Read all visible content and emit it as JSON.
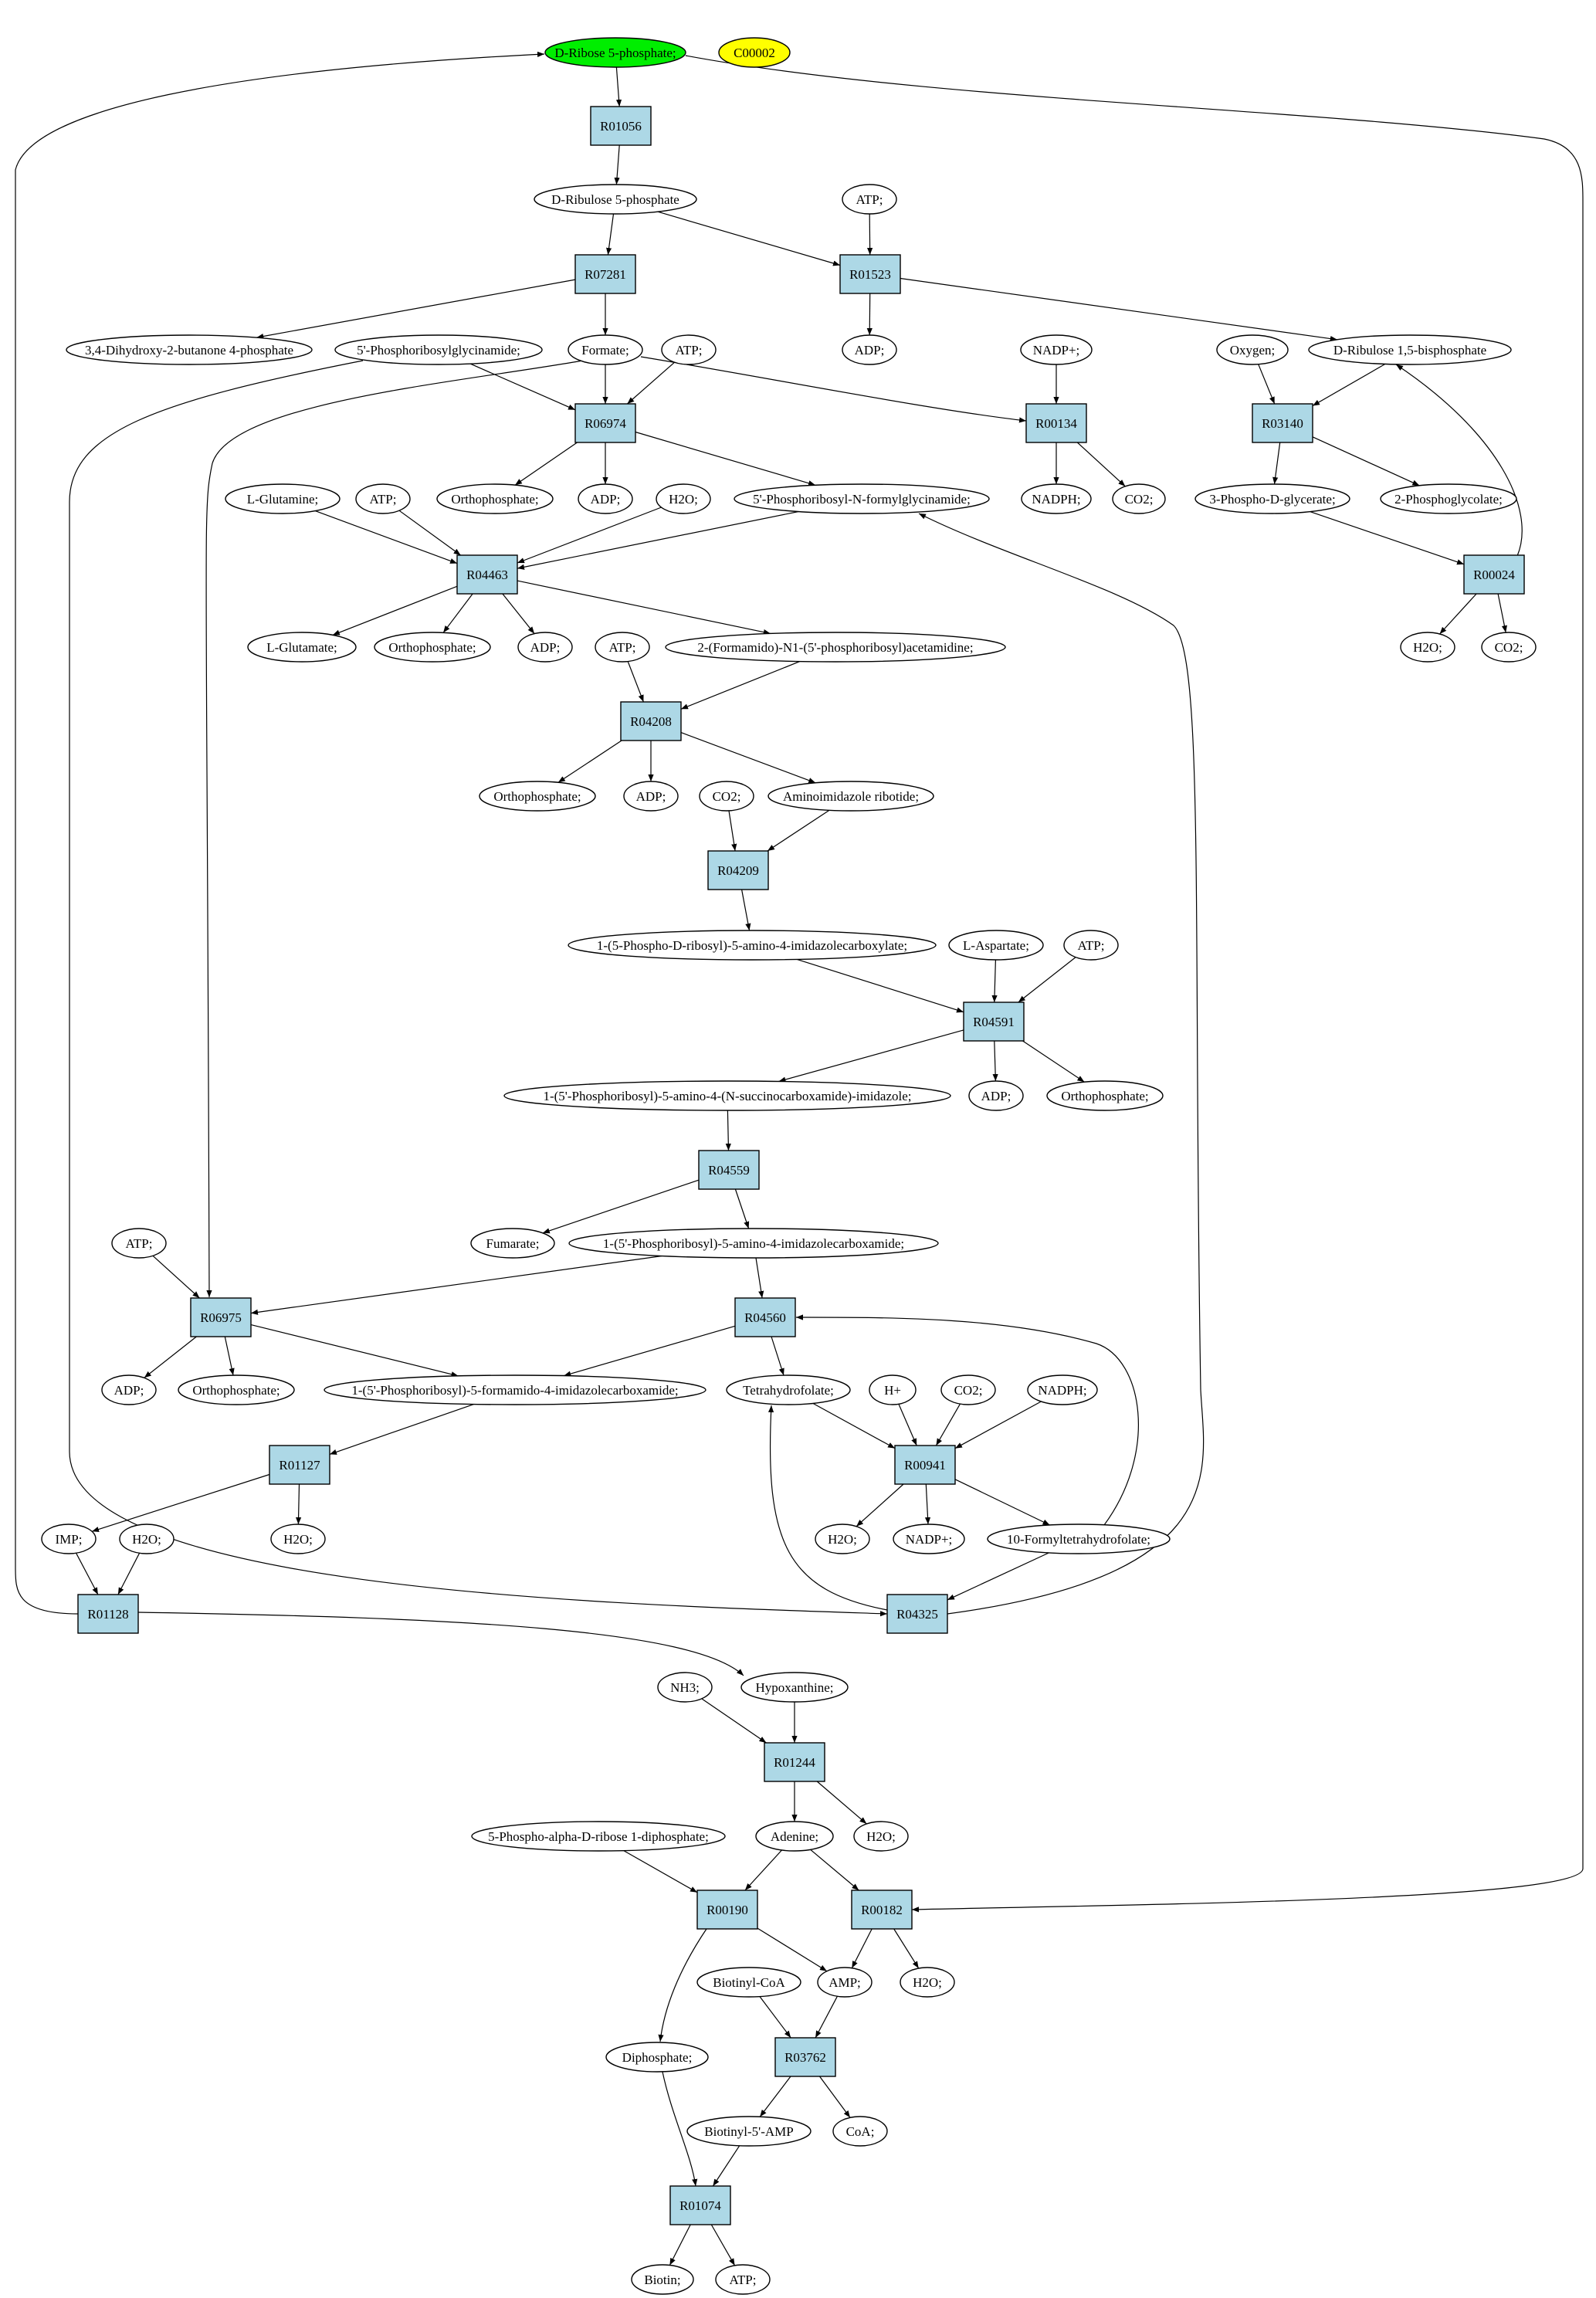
{
  "colors": {
    "reaction_fill": "#add8e6",
    "start_fill": "#00ee00",
    "highlight_fill": "#ffff00",
    "compound_fill": "#ffffff",
    "stroke": "#000000"
  },
  "nodes": {
    "c_rib5p": "D-Ribose 5-phosphate;",
    "c00002": "C00002",
    "r01056": "R01056",
    "c_ribulose5p": "D-Ribulose 5-phosphate",
    "c_atp_a": "ATP;",
    "r07281": "R07281",
    "r01523": "R01523",
    "c_dhbp": "3,4-Dihydroxy-2-butanone 4-phosphate",
    "c_gar": "5'-Phosphoribosylglycinamide;",
    "c_formate": "Formate;",
    "c_atp_b": "ATP;",
    "c_adp_a": "ADP;",
    "c_nadp_a": "NADP+;",
    "c_oxygen": "Oxygen;",
    "c_rubp": "D-Ribulose 1,5-bisphosphate",
    "r06974": "R06974",
    "r00134": "R00134",
    "r03140": "R03140",
    "c_pi_a": "Orthophosphate;",
    "c_adp_b": "ADP;",
    "c_fgar": "5'-Phosphoribosyl-N-formylglycinamide;",
    "c_nadph_a": "NADPH;",
    "c_co2_a": "CO2;",
    "c_3pg": "3-Phospho-D-glycerate;",
    "c_2pg": "2-Phosphoglycolate;",
    "c_gln": "L-Glutamine;",
    "c_atp_c": "ATP;",
    "c_h2o_a": "H2O;",
    "r04463": "R04463",
    "r00024": "R00024",
    "c_glu": "L-Glutamate;",
    "c_pi_b": "Orthophosphate;",
    "c_adp_c": "ADP;",
    "c_atp_d": "ATP;",
    "c_fgam": "2-(Formamido)-N1-(5'-phosphoribosyl)acetamidine;",
    "c_h2o_b": "H2O;",
    "c_co2_b": "CO2;",
    "r04208": "R04208",
    "c_pi_c": "Orthophosphate;",
    "c_adp_d": "ADP;",
    "c_co2_c": "CO2;",
    "c_air": "Aminoimidazole ribotide;",
    "r04209": "R04209",
    "c_cair": "1-(5-Phospho-D-ribosyl)-5-amino-4-imidazolecarboxylate;",
    "c_asp": "L-Aspartate;",
    "c_atp_e": "ATP;",
    "r04591": "R04591",
    "c_saicar": "1-(5'-Phosphoribosyl)-5-amino-4-(N-succinocarboxamide)-imidazole;",
    "c_adp_e": "ADP;",
    "c_pi_d": "Orthophosphate;",
    "r04559": "R04559",
    "c_fum": "Fumarate;",
    "c_aicar": "1-(5'-Phosphoribosyl)-5-amino-4-imidazolecarboxamide;",
    "c_atp_f": "ATP;",
    "r06975": "R06975",
    "r04560": "R04560",
    "c_adp_f": "ADP;",
    "c_pi_e": "Orthophosphate;",
    "c_faicar": "1-(5'-Phosphoribosyl)-5-formamido-4-imidazolecarboxamide;",
    "c_thf": "Tetrahydrofolate;",
    "c_hplus": "H+",
    "c_co2_d": "CO2;",
    "c_nadph_b": "NADPH;",
    "r01127": "R01127",
    "r00941": "R00941",
    "c_imp": "IMP;",
    "c_h2o_c": "H2O;",
    "c_h2o_d": "H2O;",
    "c_h2o_e": "H2O;",
    "c_nadp_b": "NADP+;",
    "c_10fthf": "10-Formyltetrahydrofolate;",
    "r01128": "R01128",
    "r04325": "R04325",
    "c_nh3": "NH3;",
    "c_hypox": "Hypoxanthine;",
    "r01244": "R01244",
    "c_prpp": "5-Phospho-alpha-D-ribose 1-diphosphate;",
    "c_adenine": "Adenine;",
    "c_h2o_f": "H2O;",
    "r00190": "R00190",
    "r00182": "R00182",
    "c_biotinylcoa": "Biotinyl-CoA",
    "c_amp": "AMP;",
    "c_h2o_g": "H2O;",
    "c_ppi": "Diphosphate;",
    "r03762": "R03762",
    "c_bamp": "Biotinyl-5'-AMP",
    "c_coa": "CoA;",
    "r01074": "R01074",
    "c_biotin": "Biotin;",
    "c_atp_g": "ATP;"
  }
}
